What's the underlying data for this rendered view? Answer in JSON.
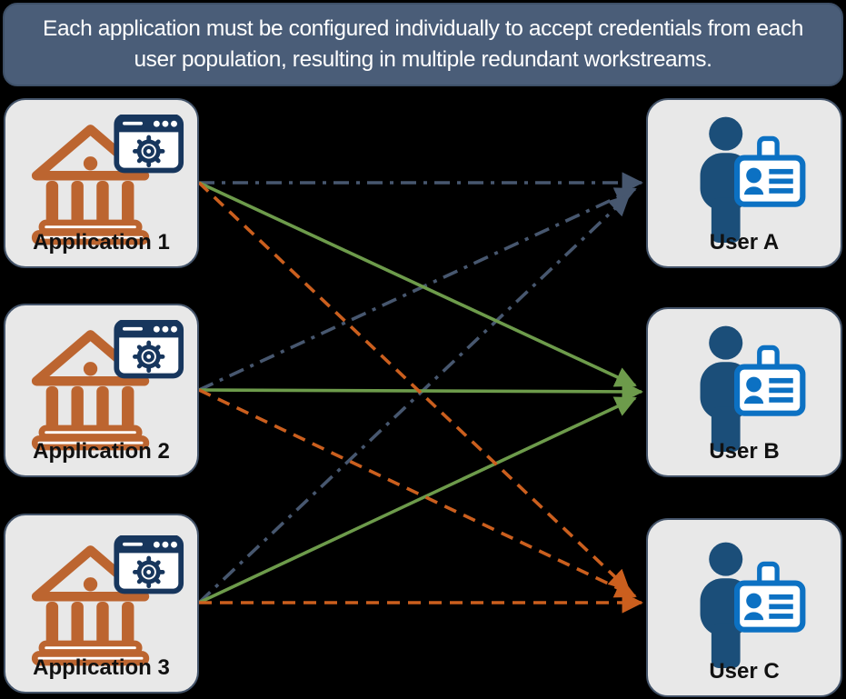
{
  "banner": {
    "text": "Each application must be configured individually to accept credentials from each user population, resulting in multiple redundant workstreams.",
    "background": "#4A5D78"
  },
  "applications": [
    {
      "id": "app1",
      "label": "Application 1",
      "icon": "bank-with-app-window-icon"
    },
    {
      "id": "app2",
      "label": "Application 2",
      "icon": "bank-with-app-window-icon"
    },
    {
      "id": "app3",
      "label": "Application 3",
      "icon": "bank-with-app-window-icon"
    }
  ],
  "users": [
    {
      "id": "userA",
      "label": "User A",
      "icon": "person-with-id-badge-icon"
    },
    {
      "id": "userB",
      "label": "User B",
      "icon": "person-with-id-badge-icon"
    },
    {
      "id": "userC",
      "label": "User C",
      "icon": "person-with-id-badge-icon"
    }
  ],
  "colors": {
    "background": "#000000",
    "box_fill": "#E8E8E8",
    "box_border": "#44546A",
    "bank_orange": "#BC6530",
    "window_navy": "#17365D",
    "person_navy": "#1B4E79",
    "badge_blue": "#0C71C3",
    "line_slate": "#47576F",
    "line_green": "#6D9B4B",
    "line_orange": "#CB5F1E"
  },
  "connections": [
    {
      "from": "app1",
      "to": "userA",
      "style": "dashdot",
      "color": "#47576F"
    },
    {
      "from": "app2",
      "to": "userA",
      "style": "dashdot",
      "color": "#47576F"
    },
    {
      "from": "app3",
      "to": "userA",
      "style": "dashdot",
      "color": "#47576F"
    },
    {
      "from": "app1",
      "to": "userB",
      "style": "solid",
      "color": "#6D9B4B"
    },
    {
      "from": "app2",
      "to": "userB",
      "style": "solid",
      "color": "#6D9B4B"
    },
    {
      "from": "app3",
      "to": "userB",
      "style": "solid",
      "color": "#6D9B4B"
    },
    {
      "from": "app1",
      "to": "userC",
      "style": "dashed",
      "color": "#CB5F1E"
    },
    {
      "from": "app2",
      "to": "userC",
      "style": "dashed",
      "color": "#CB5F1E"
    },
    {
      "from": "app3",
      "to": "userC",
      "style": "dashed",
      "color": "#CB5F1E"
    }
  ]
}
